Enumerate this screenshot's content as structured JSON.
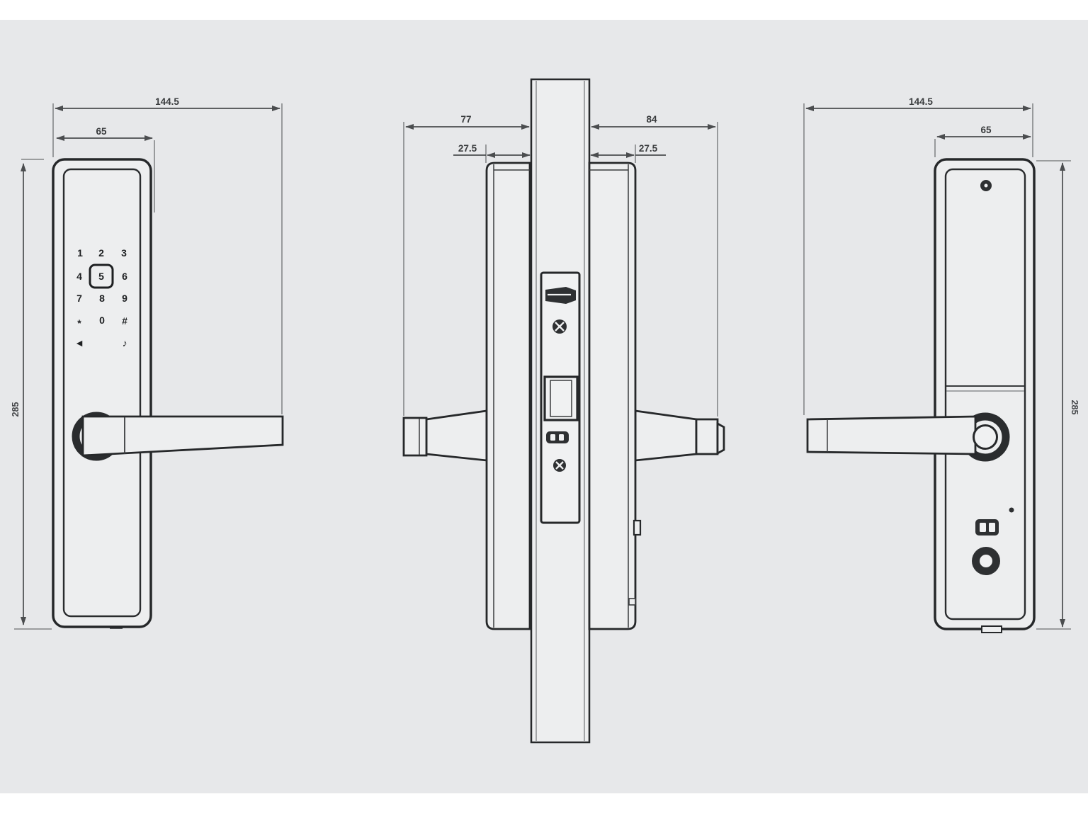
{
  "page": {
    "background": "#e7e8ea",
    "margin": "#ffffff"
  },
  "palette": {
    "outline": "#26282a",
    "dimension_line": "#4b4d4f",
    "dimension_text": "#393b3d",
    "surface": "#edeeef"
  },
  "front_view": {
    "dimensions": {
      "overall_width": "144.5",
      "body_width": "65",
      "body_height": "285"
    },
    "keypad": {
      "keys": [
        "1",
        "2",
        "3",
        "4",
        "5",
        "6",
        "7",
        "8",
        "9",
        "*",
        "0",
        "#"
      ],
      "function_left": "◄",
      "function_right": "♪"
    }
  },
  "side_view": {
    "dimensions": {
      "front_projection": "77",
      "front_escutcheon_depth": "27.5",
      "back_projection": "84",
      "back_escutcheon_depth": "27.5"
    }
  },
  "back_view": {
    "dimensions": {
      "overall_width": "144.5",
      "body_width": "65",
      "body_height": "285"
    }
  }
}
